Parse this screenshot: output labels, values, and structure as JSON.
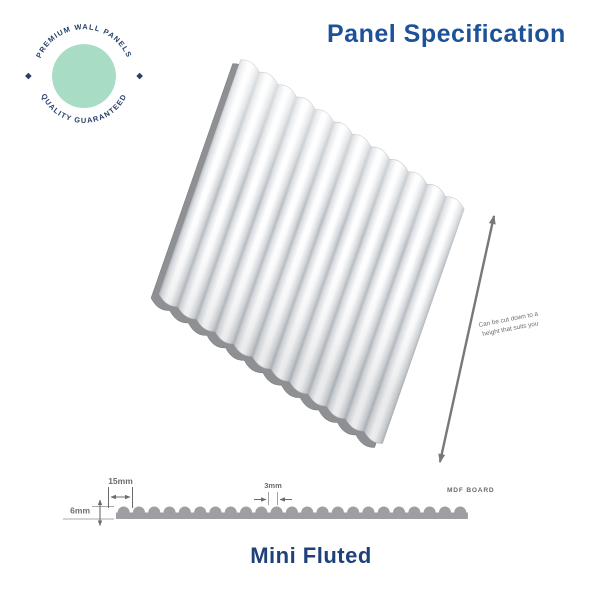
{
  "badge": {
    "top_text": "PREMIUM WALL PANELS",
    "bottom_text": "QUALITY GUARANTEED",
    "circle_color": "#a9dcc5",
    "ring_text_color": "#27406b"
  },
  "header": {
    "title": "Panel Specification",
    "title_color": "#1d5298"
  },
  "diagram": {
    "height_note_line1": "Can be cut down to a",
    "height_note_line2": "height that suits you",
    "arrow_color": "#77787b",
    "panel_face_color": "#ffffff",
    "panel_groove_color": "#b7bcc1",
    "panel_side_color": "#8e9093"
  },
  "cross_section": {
    "thickness_label": "6mm",
    "pitch_label": "15mm",
    "gap_label": "3mm",
    "material_label": "MDF BOARD",
    "profile_color": "#9d9fa2",
    "annotation_color": "#6a6b6e"
  },
  "footer": {
    "product_name": "Mini Fluted",
    "color": "#1e4178"
  }
}
